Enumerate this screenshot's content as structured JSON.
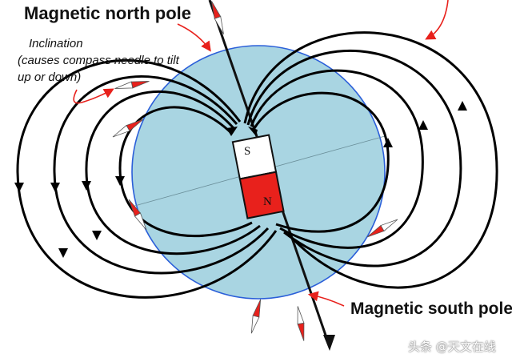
{
  "labels": {
    "north_pole": "Magnetic north pole",
    "south_pole": "Magnetic south pole",
    "inclination_line1": "Inclination",
    "inclination_line2": "(causes compass needle to tilt",
    "inclination_line3": "up or down)"
  },
  "magnet": {
    "top_letter": "S",
    "bottom_letter": "N"
  },
  "watermark": "头条 @天文在线",
  "colors": {
    "earth_fill": "#a9d5e2",
    "earth_outline": "#2b5fd9",
    "magnet_red": "#e8211c",
    "annotation_arrow": "#e8211c",
    "field_lines": "#000000"
  }
}
